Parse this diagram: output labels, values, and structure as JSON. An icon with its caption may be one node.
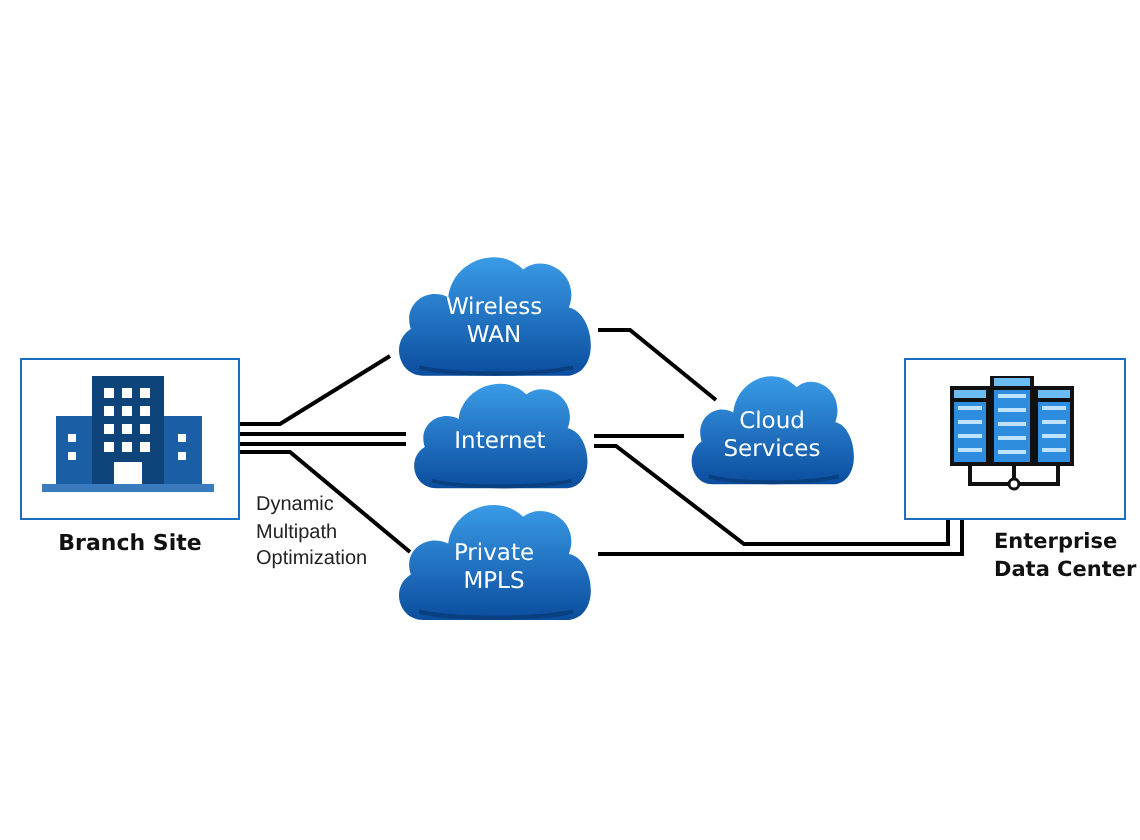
{
  "diagram": {
    "nodes": [
      {
        "text": [
          "Branch Site"
        ]
      },
      {
        "text": [
          "Wireless WAN"
        ]
      },
      {
        "text": [
          "Internet"
        ]
      },
      {
        "text": [
          "Private MPLS"
        ]
      },
      {
        "text": [
          "Cloud Services"
        ]
      },
      {
        "text": [
          "Enterprise Data Center"
        ]
      }
    ],
    "edges": [
      {
        "from": 0,
        "to": 1,
        "arrow": "none"
      },
      {
        "from": 0,
        "to": 2,
        "arrow": "none"
      },
      {
        "from": 0,
        "to": 2,
        "arrow": "none"
      },
      {
        "from": 0,
        "to": 3,
        "arrow": "none"
      },
      {
        "from": 1,
        "to": 4,
        "arrow": "none"
      },
      {
        "from": 2,
        "to": 4,
        "arrow": "none"
      },
      {
        "from": 2,
        "to": 5,
        "arrow": "none"
      },
      {
        "from": 3,
        "to": 5,
        "arrow": "none"
      }
    ],
    "labels": [
      "Dynamic Multipath Optimization"
    ]
  }
}
